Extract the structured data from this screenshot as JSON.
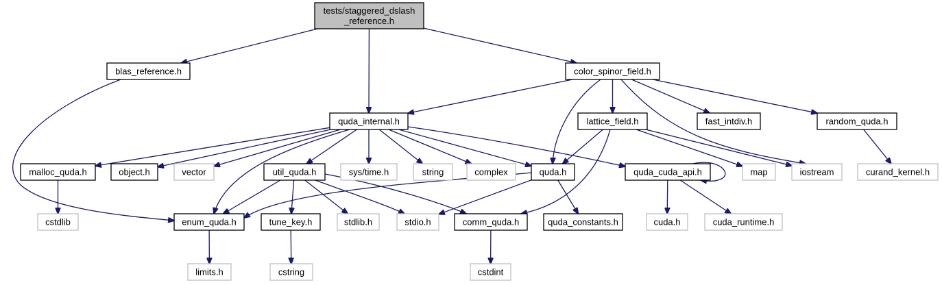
{
  "title": "Include dependency graph for tests/staggered_dslash_reference.h",
  "colors": {
    "edge": "#191970",
    "main_fill": "#bfbfbf",
    "local_border": "#000000",
    "system_border": "#bfbfbf"
  },
  "nodes": [
    {
      "id": "root",
      "kind": "main",
      "lines": [
        "tests/staggered_dslash",
        "_reference.h"
      ]
    },
    {
      "id": "blas_reference",
      "kind": "local",
      "lines": [
        "blas_reference.h"
      ]
    },
    {
      "id": "color_spinor_field",
      "kind": "local",
      "lines": [
        "color_spinor_field.h"
      ]
    },
    {
      "id": "quda_internal",
      "kind": "local",
      "lines": [
        "quda_internal.h"
      ]
    },
    {
      "id": "lattice_field",
      "kind": "local",
      "lines": [
        "lattice_field.h"
      ]
    },
    {
      "id": "fast_intdiv",
      "kind": "local",
      "lines": [
        "fast_intdiv.h"
      ]
    },
    {
      "id": "random_quda",
      "kind": "local",
      "lines": [
        "random_quda.h"
      ]
    },
    {
      "id": "malloc_quda",
      "kind": "local",
      "lines": [
        "malloc_quda.h"
      ]
    },
    {
      "id": "object",
      "kind": "local",
      "lines": [
        "object.h"
      ]
    },
    {
      "id": "vector",
      "kind": "system",
      "lines": [
        "vector"
      ]
    },
    {
      "id": "util_quda",
      "kind": "local",
      "lines": [
        "util_quda.h"
      ]
    },
    {
      "id": "sys_time",
      "kind": "system",
      "lines": [
        "sys/time.h"
      ]
    },
    {
      "id": "string",
      "kind": "system",
      "lines": [
        "string"
      ]
    },
    {
      "id": "complex",
      "kind": "system",
      "lines": [
        "complex"
      ]
    },
    {
      "id": "quda",
      "kind": "local",
      "lines": [
        "quda.h"
      ]
    },
    {
      "id": "quda_cuda_api",
      "kind": "local",
      "lines": [
        "quda_cuda_api.h"
      ]
    },
    {
      "id": "map",
      "kind": "system",
      "lines": [
        "map"
      ]
    },
    {
      "id": "iostream",
      "kind": "system",
      "lines": [
        "iostream"
      ]
    },
    {
      "id": "curand_kernel",
      "kind": "system",
      "lines": [
        "curand_kernel.h"
      ]
    },
    {
      "id": "cstdlib",
      "kind": "system",
      "lines": [
        "cstdlib"
      ]
    },
    {
      "id": "enum_quda",
      "kind": "local",
      "lines": [
        "enum_quda.h"
      ]
    },
    {
      "id": "tune_key",
      "kind": "local",
      "lines": [
        "tune_key.h"
      ]
    },
    {
      "id": "stdlib",
      "kind": "system",
      "lines": [
        "stdlib.h"
      ]
    },
    {
      "id": "stdio",
      "kind": "system",
      "lines": [
        "stdio.h"
      ]
    },
    {
      "id": "comm_quda",
      "kind": "local",
      "lines": [
        "comm_quda.h"
      ]
    },
    {
      "id": "quda_constants",
      "kind": "local",
      "lines": [
        "quda_constants.h"
      ]
    },
    {
      "id": "cuda",
      "kind": "system",
      "lines": [
        "cuda.h"
      ]
    },
    {
      "id": "cuda_runtime",
      "kind": "system",
      "lines": [
        "cuda_runtime.h"
      ]
    },
    {
      "id": "limits",
      "kind": "system",
      "lines": [
        "limits.h"
      ]
    },
    {
      "id": "cstring",
      "kind": "system",
      "lines": [
        "cstring"
      ]
    },
    {
      "id": "cstdint",
      "kind": "system",
      "lines": [
        "cstdint"
      ]
    }
  ],
  "edges": [
    [
      "root",
      "blas_reference"
    ],
    [
      "root",
      "quda_internal"
    ],
    [
      "root",
      "color_spinor_field"
    ],
    [
      "blas_reference",
      "enum_quda"
    ],
    [
      "color_spinor_field",
      "quda_internal"
    ],
    [
      "color_spinor_field",
      "quda"
    ],
    [
      "color_spinor_field",
      "lattice_field"
    ],
    [
      "color_spinor_field",
      "iostream"
    ],
    [
      "color_spinor_field",
      "fast_intdiv"
    ],
    [
      "color_spinor_field",
      "random_quda"
    ],
    [
      "quda_internal",
      "malloc_quda"
    ],
    [
      "quda_internal",
      "object"
    ],
    [
      "quda_internal",
      "vector"
    ],
    [
      "quda_internal",
      "enum_quda"
    ],
    [
      "quda_internal",
      "util_quda"
    ],
    [
      "quda_internal",
      "sys_time"
    ],
    [
      "quda_internal",
      "string"
    ],
    [
      "quda_internal",
      "complex"
    ],
    [
      "quda_internal",
      "quda"
    ],
    [
      "quda_internal",
      "quda_cuda_api"
    ],
    [
      "lattice_field",
      "quda"
    ],
    [
      "lattice_field",
      "comm_quda"
    ],
    [
      "lattice_field",
      "map"
    ],
    [
      "lattice_field",
      "iostream"
    ],
    [
      "random_quda",
      "curand_kernel"
    ],
    [
      "malloc_quda",
      "cstdlib"
    ],
    [
      "util_quda",
      "enum_quda"
    ],
    [
      "util_quda",
      "tune_key"
    ],
    [
      "util_quda",
      "stdlib"
    ],
    [
      "util_quda",
      "stdio"
    ],
    [
      "util_quda",
      "comm_quda"
    ],
    [
      "quda",
      "enum_quda"
    ],
    [
      "quda",
      "stdio"
    ],
    [
      "quda",
      "quda_constants"
    ],
    [
      "quda_cuda_api",
      "quda_cuda_api"
    ],
    [
      "quda_cuda_api",
      "cuda"
    ],
    [
      "quda_cuda_api",
      "cuda_runtime"
    ],
    [
      "enum_quda",
      "limits"
    ],
    [
      "tune_key",
      "cstring"
    ],
    [
      "comm_quda",
      "cstdint"
    ]
  ]
}
